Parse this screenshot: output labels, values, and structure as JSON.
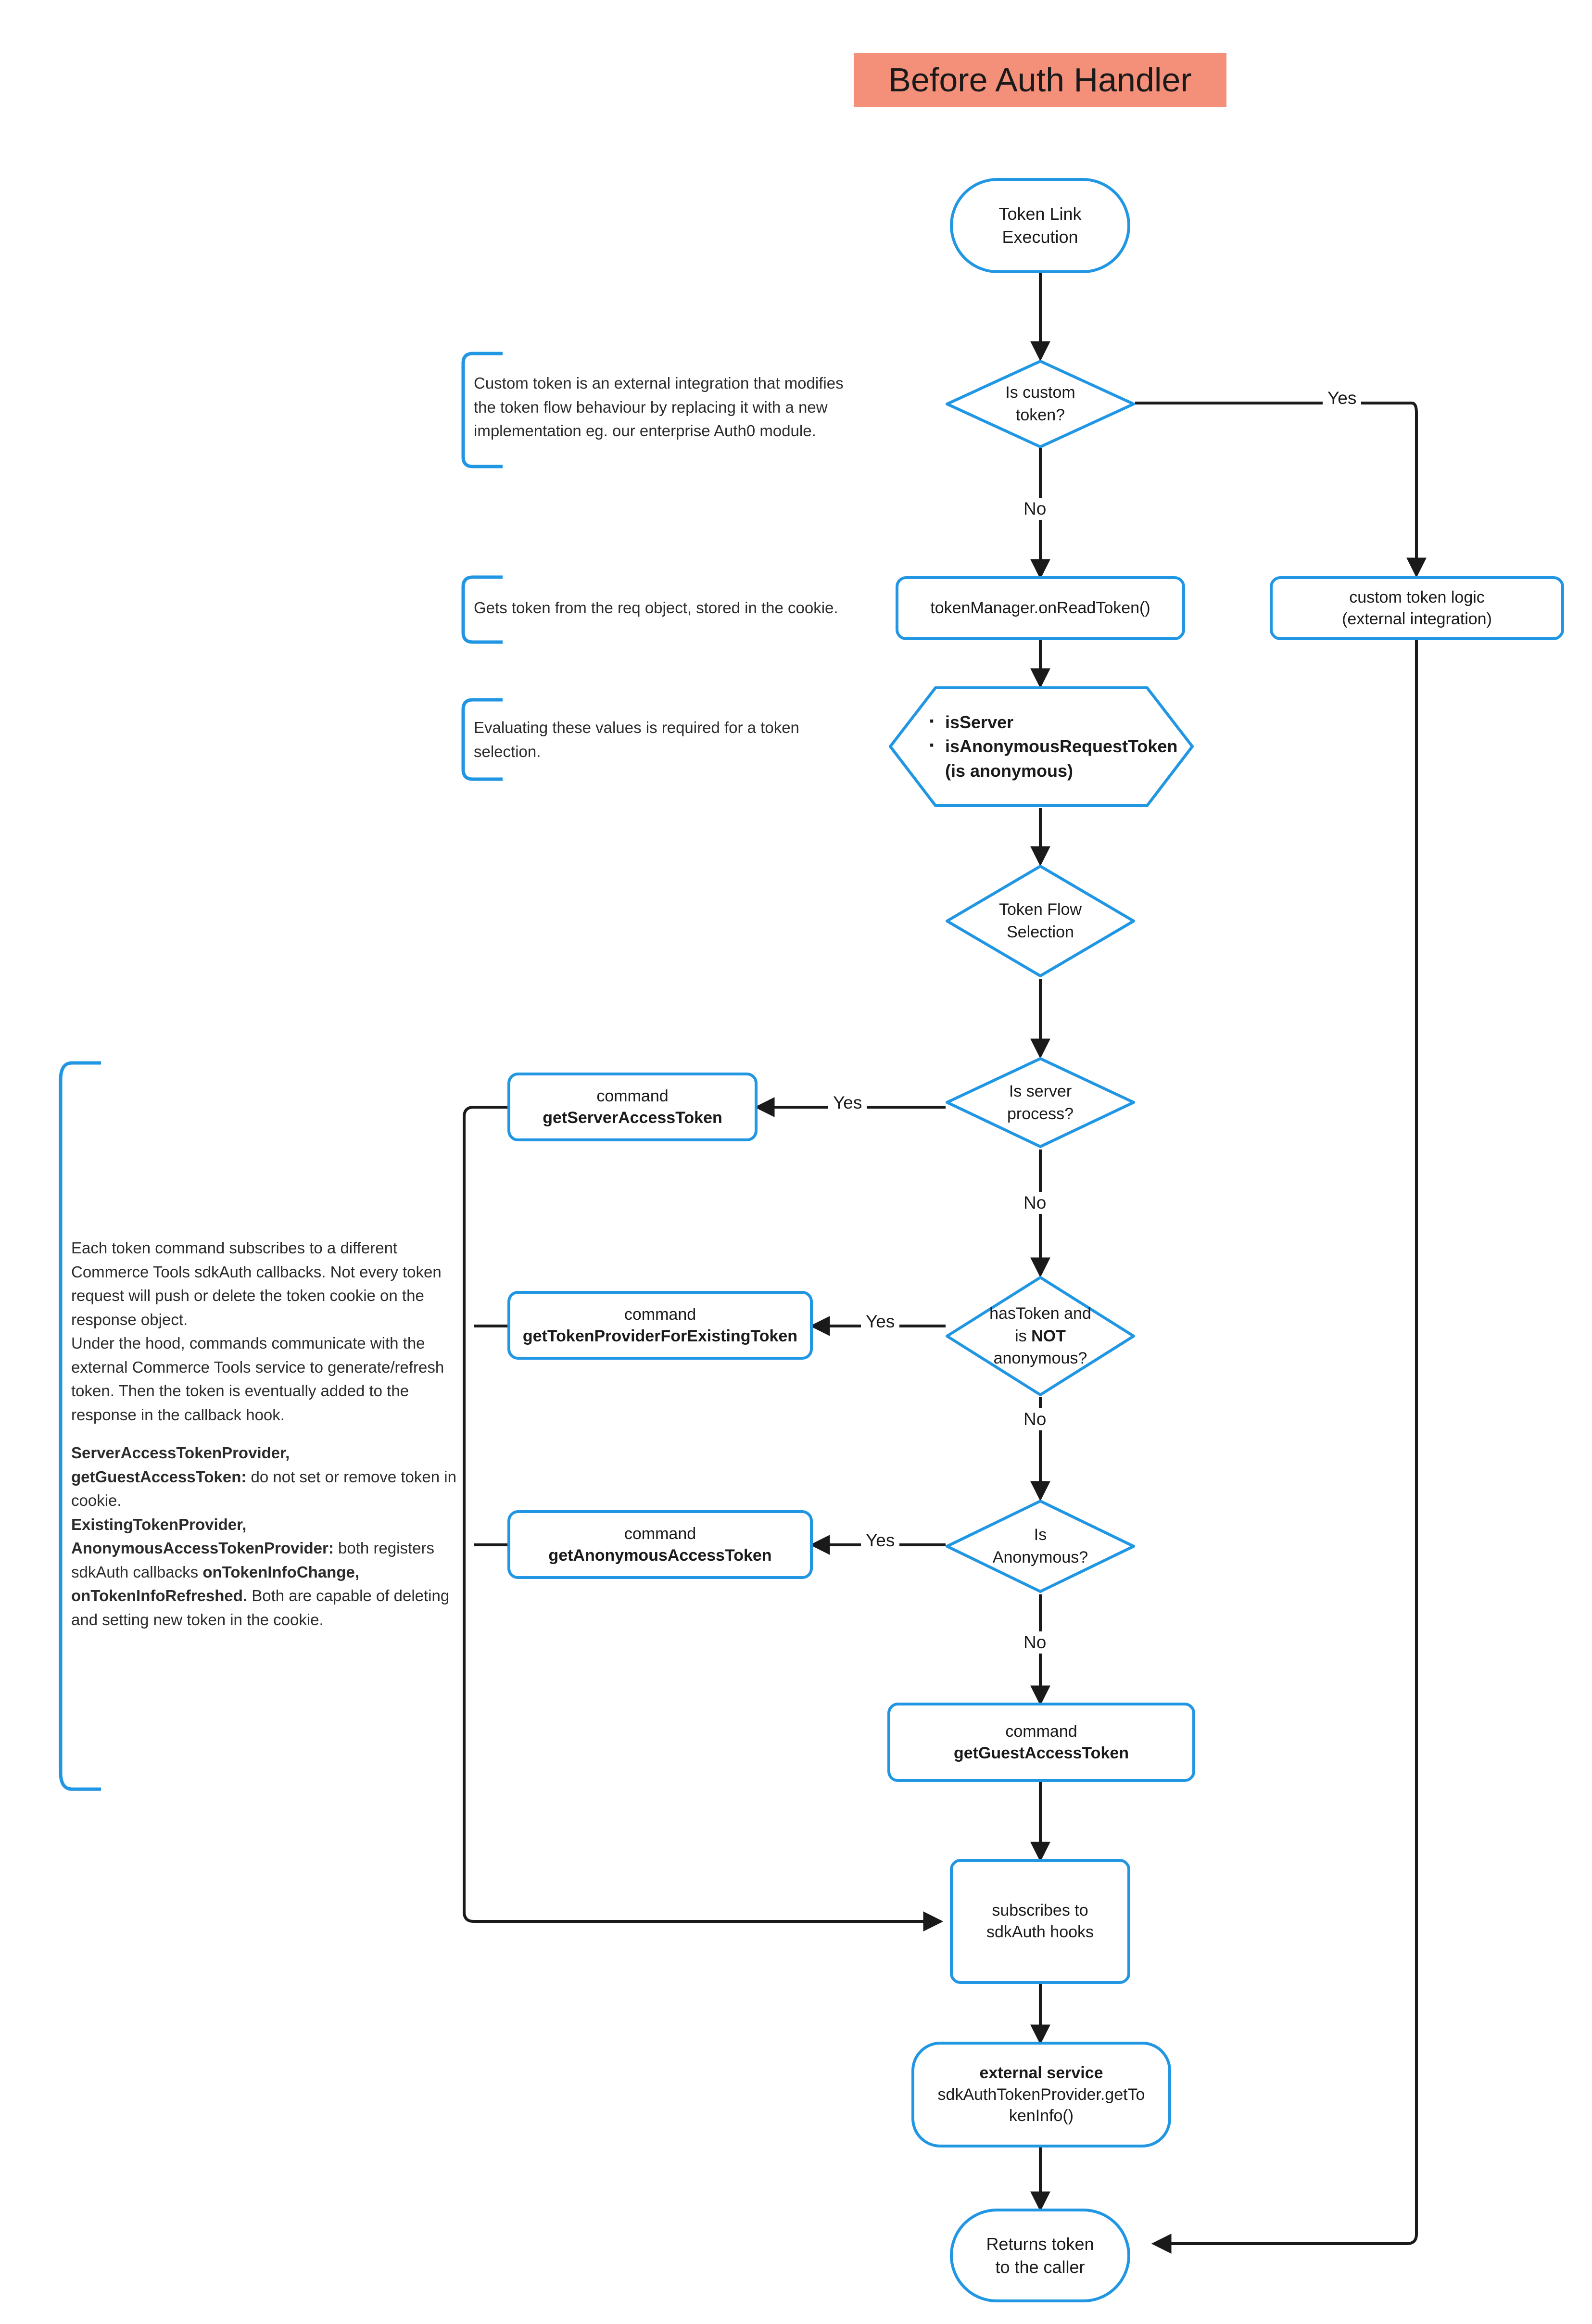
{
  "title": {
    "text": "Before Auth Handler",
    "bg_color": "#F4907A"
  },
  "theme": {
    "node_border": "#2196E3",
    "edge_color": "#1a1a1a",
    "background": "#ffffff"
  },
  "nodes": {
    "start": {
      "label_line1": "Token Link",
      "label_line2": "Execution",
      "shape": "stadium"
    },
    "is_custom_token": {
      "label_line1": "Is custom",
      "label_line2": "token?",
      "shape": "diamond"
    },
    "custom_token_logic": {
      "label_line1": "custom token logic",
      "label_line2": "(external integration)",
      "shape": "rect"
    },
    "read_token": {
      "label": "tokenManager.onReadToken()",
      "shape": "rect"
    },
    "evaluate_values": {
      "shape": "hexagon",
      "bullets": [
        "isServer",
        "isAnonymousRequestToken (is anonymous)"
      ],
      "bullet1": "isServer",
      "bullet2_line1": "isAnonymousRequestToken",
      "bullet2_line2": "(is anonymous)"
    },
    "token_flow_selection": {
      "label_line1": "Token Flow",
      "label_line2": "Selection",
      "shape": "diamond"
    },
    "is_server_process": {
      "label_line1": "Is server",
      "label_line2": "process?",
      "shape": "diamond"
    },
    "cmd_server_access_token": {
      "label_line1": "command",
      "label_line2": "getServerAccessToken",
      "shape": "rect"
    },
    "has_token_not_anonymous": {
      "label_line1": "hasToken and",
      "label_line2_pre": "is ",
      "label_line2_bold": "NOT",
      "label_line3": "anonymous?",
      "shape": "diamond"
    },
    "cmd_existing_token": {
      "label_line1": "command",
      "label_line2": "getTokenProviderForExistingToken",
      "shape": "rect"
    },
    "is_anonymous": {
      "label_line1": "Is",
      "label_line2": "Anonymous?",
      "shape": "diamond"
    },
    "cmd_anonymous_access_token": {
      "label_line1": "command",
      "label_line2": "getAnonymousAccessToken",
      "shape": "rect"
    },
    "cmd_guest_access_token": {
      "label_line1": "command",
      "label_line2": "getGuestAccessToken",
      "shape": "rect"
    },
    "subscribes_hooks": {
      "label_line1": "subscribes to",
      "label_line2": "sdkAuth hooks",
      "shape": "rect"
    },
    "external_service": {
      "label_line1": "external service",
      "label_line2": "sdkAuthTokenProvider.getTo",
      "label_line3": "kenInfo()",
      "shape": "roundbox"
    },
    "returns_token": {
      "label_line1": "Returns token",
      "label_line2": "to the caller",
      "shape": "stadium"
    }
  },
  "edge_labels": {
    "custom_yes": "Yes",
    "custom_no": "No",
    "server_yes": "Yes",
    "server_no": "No",
    "hastoken_yes": "Yes",
    "hastoken_no": "No",
    "anon_yes": "Yes",
    "anon_no": "No"
  },
  "notes": {
    "custom_token": {
      "line1": "Custom token is an external integration that modifies",
      "line2": "the token flow behaviour by replacing it with a new",
      "line3": "implementation eg. our enterprise Auth0 module."
    },
    "read_token": {
      "line1": "Gets token from the req object, stored in the cookie."
    },
    "evaluating": {
      "line1": "Evaluating these values is required for a token",
      "line2": "selection."
    },
    "commands": {
      "p1_line1": "Each token command subscribes to a different",
      "p1_line2": "Commerce Tools sdkAuth callbacks. Not every token",
      "p1_line3": "request will push or delete the token cookie on the",
      "p1_line4": "response object.",
      "p2_line1": "Under the hood, commands communicate with the",
      "p2_line2": "external Commerce Tools service to generate/refresh",
      "p2_line3": "token. Then the token is eventually added to the",
      "p2_line4": "response in the callback hook.",
      "p3_bold1": "ServerAccessTokenProvider,",
      "p3_bold2": "getGuestAccessToken:",
      "p3_rest2": " do not set or remove token in",
      "p3_line3": "cookie.",
      "p4_bold1": "ExistingTokenProvider,",
      "p4_bold2": "AnonymousAccessTokenProvider:",
      "p4_rest2": " both registers",
      "p4_pre3": "sdkAuth callbacks ",
      "p4_bold3": "onTokenInfoChange,",
      "p4_bold4": "onTokenInfoRefreshed.",
      "p4_rest4": " Both are capable of deleting",
      "p4_line5": "and setting new token in the cookie."
    }
  }
}
